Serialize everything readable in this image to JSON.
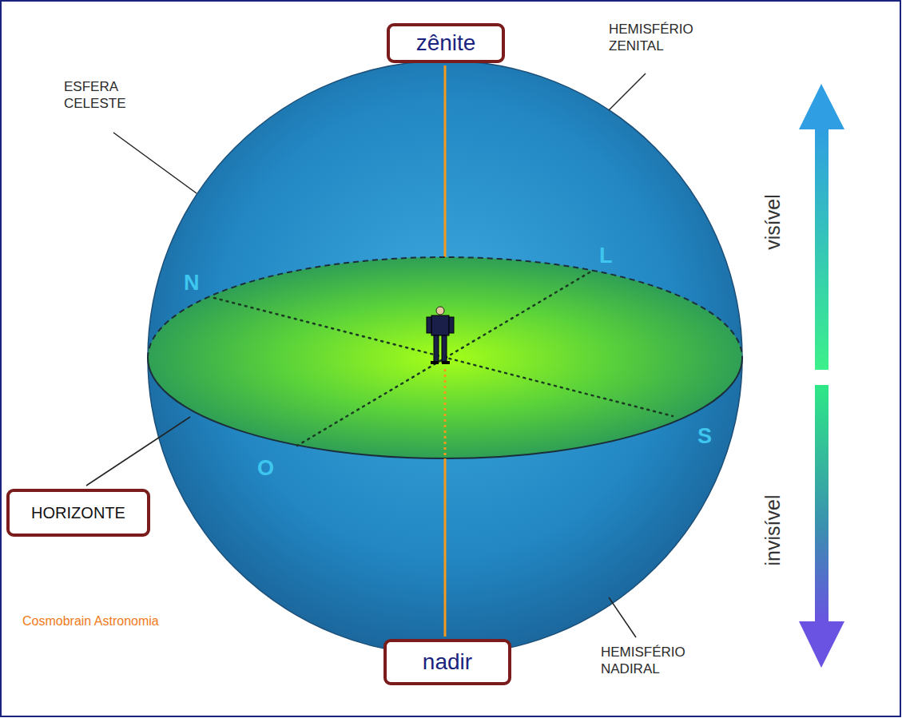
{
  "diagram": {
    "nodes": [
      {
        "text": [
          "zênite"
        ]
      },
      {
        "text": [
          "HORIZONTE"
        ]
      },
      {
        "text": [
          "nadir"
        ]
      }
    ],
    "labels": [
      "HEMISFÉRIO ZENITAL",
      "ESFERA CELESTE",
      "N",
      "L",
      "S",
      "O",
      "visível",
      "invisível",
      "HEMISFÉRIO NADIRAL",
      "Cosmobrain Astronomia"
    ]
  }
}
